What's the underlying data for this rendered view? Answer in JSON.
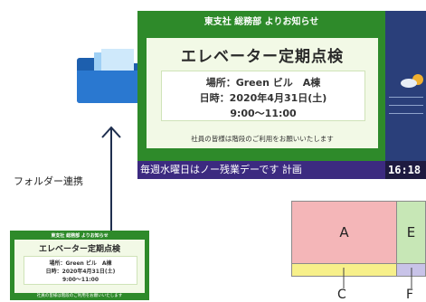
{
  "folder": {
    "caption": "フォルダー連携"
  },
  "display": {
    "header": "東支社 総務部 よりお知らせ",
    "title": "エレベーター定期点検",
    "place": "場所：Green ビル　A棟",
    "date": "日時：2020年4月31日(土)",
    "time": "9:00〜11:00",
    "footer": "社員の皆様は階段のご利用をお願いいたします",
    "ticker": "毎週水曜日はノー残業デーです 計画",
    "clock": "16:18"
  },
  "thumbnail": {
    "header": "東支社 総務部 よりお知らせ",
    "title": "エレベーター定期点検",
    "place": "場所：Green ビル　A棟",
    "date": "日時：2020年4月31日(土)",
    "time": "9:00〜11:00",
    "footer": "社員の皆様は階段のご利用をお願いいたします"
  },
  "layout": {
    "regions": {
      "a": "A",
      "e": "E"
    },
    "callouts": {
      "c": "C",
      "f": "F"
    },
    "colors": {
      "a": "#f4b6b8",
      "e": "#c7e7b6",
      "c": "#f7f08a",
      "f": "#c8c3e8"
    }
  },
  "colors": {
    "display_green": "#2e8a2a",
    "ticker_purple": "#3c2a80",
    "folder_blue": "#2a78d0"
  }
}
